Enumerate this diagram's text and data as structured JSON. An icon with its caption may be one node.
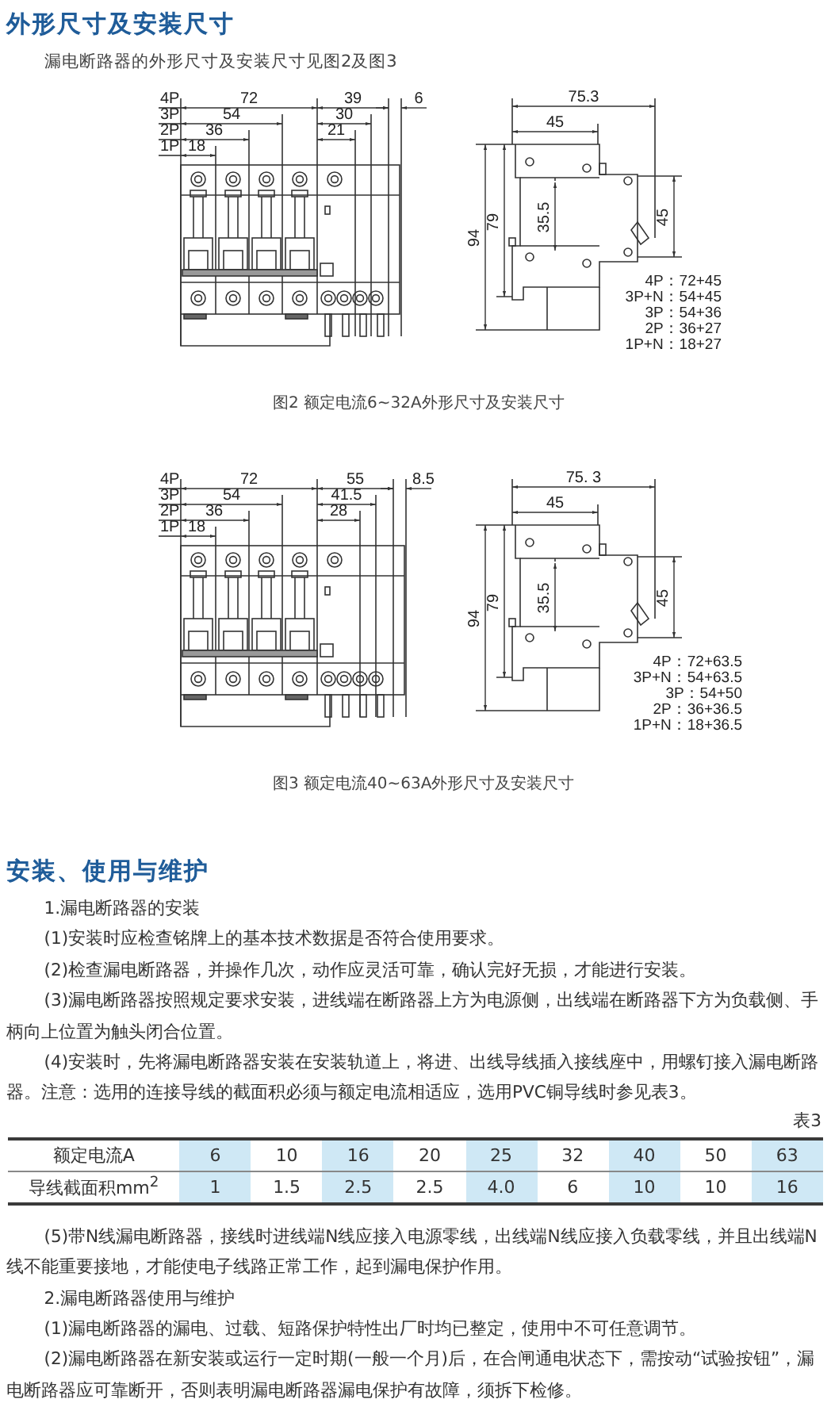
{
  "diagram": {
    "title": "外形尺寸及安装尺寸",
    "labels": [
      "漏电断路器的外形尺寸及安装尺寸见图2及图3",
      "4P",
      "3P",
      "2P",
      "1P",
      "72",
      "54",
      "36",
      "18",
      "39",
      "30",
      "21",
      "6",
      "75.3",
      "45",
      "94",
      "79",
      "35.5",
      "45",
      "4P：72+45",
      "3P+N：54+45",
      "3P：54+36",
      "2P：36+27",
      "1P+N：18+27",
      "图2 额定电流6~32A外形尺寸及安装尺寸",
      "4P",
      "3P",
      "2P",
      "1P",
      "72",
      "54",
      "36",
      "18",
      "55",
      "41.5",
      "28",
      "8.5",
      "75. 3",
      "45",
      "94",
      "79",
      "35.5",
      "45",
      "4P：72+63.5",
      "3P+N：54+63.5",
      "3P：54+50",
      "2P：36+36.5",
      "1P+N：18+36.5",
      "图3 额定电流40~63A外形尺寸及安装尺寸",
      "安装、使用与维护",
      "1.漏电断路器的安装",
      "(1)安装时应检查铭牌上的基本技术数据是否符合使用要求。",
      "(2)检查漏电断路器，并操作几次，动作应灵活可靠，确认完好无损，才能进行安装。",
      "(3)漏电断路器按照规定要求安装，进线端在断路器上方为电源侧，出线端在断路器下方为负载侧、手柄向上位置为触头闭合位置。",
      "(4)安装时，先将漏电断路器安装在安装轨道上，将进、出线导线插入接线座中，用螺钉接入漏电断路器。注意：选用的连接导线的截面积必须与额定电流相适应，选用PVC铜导线时参见表3。",
      "表3",
      "额定电流A",
      "6",
      "10",
      "16",
      "20",
      "25",
      "32",
      "40",
      "50",
      "63",
      "导线截面积mm$^{2}$",
      "1",
      "1.5",
      "2.5",
      "2.5",
      "4.0",
      "6",
      "10",
      "10",
      "16",
      "(5)带N线漏电断路器，接线时进线端N线应接入电源零线，出线端N线应接入负载零线，并且出线端N线不能重要接地，才能使电子线路正常工作，起到漏电保护作用。",
      "2.漏电断路器使用与维护",
      "(1)漏电断路器的漏电、过载、短路保护特性出厂时均已整定，使用中不可任意调节。",
      "(2)漏电断路器在新安装或运行一定时期(一般一个月)后，在合闸通电状态下，需按动“试验按钮”，漏电断路器应可靠断开，否则表明漏电断路器漏电保护有故障，须拆下检修。"
    ]
  }
}
